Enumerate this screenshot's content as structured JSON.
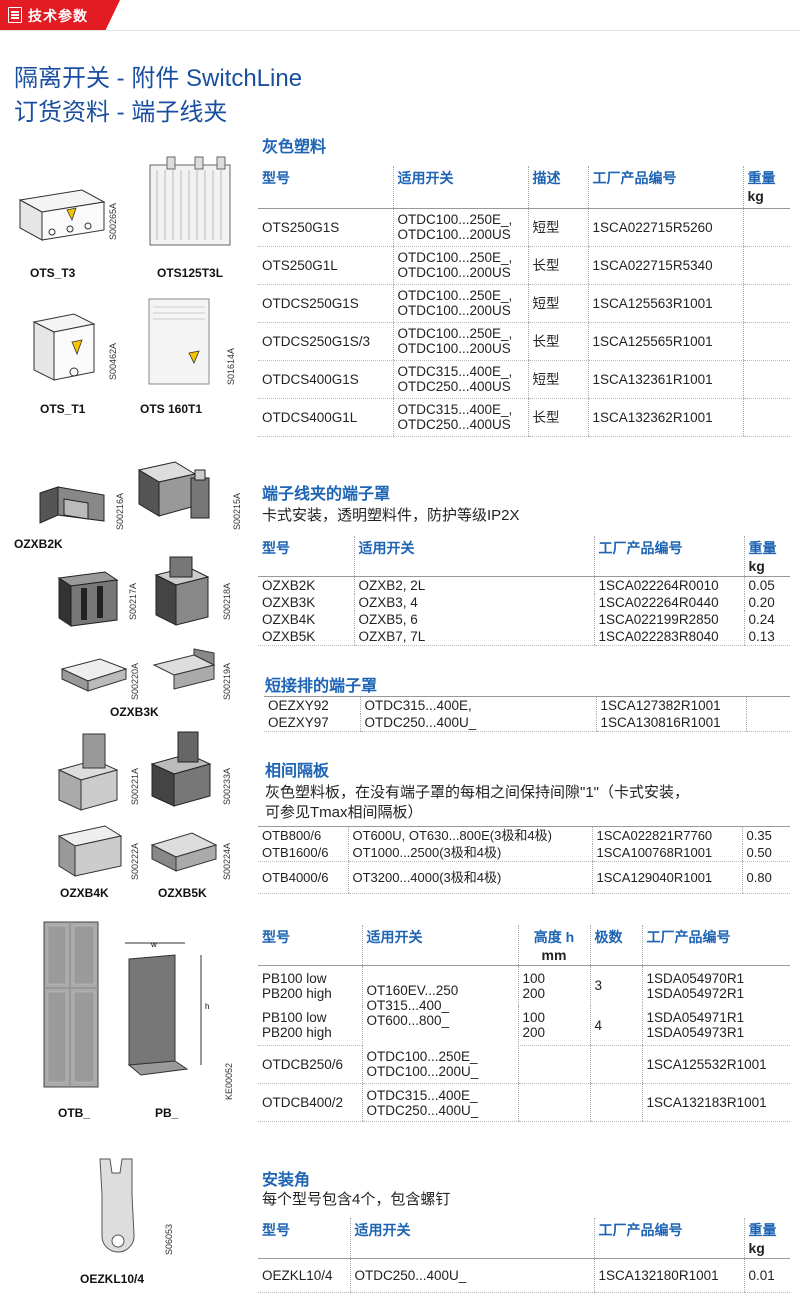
{
  "header": {
    "tab_label": "技术参数"
  },
  "title": {
    "line1": "隔离开关 - 附件 SwitchLine",
    "line2": "订货资料 - 端子线夹"
  },
  "figures": {
    "ots_t3": {
      "label": "OTS_T3",
      "code": "S00265A"
    },
    "ots125t3l": {
      "label": "OTS125T3L"
    },
    "ots_t1": {
      "label": "OTS_T1",
      "code": "S00462A"
    },
    "ots160t1": {
      "label": "OTS 160T1",
      "code": "S01614A"
    },
    "s00216a": "S00216A",
    "s00215a": "S00215A",
    "ozxb2k": "OZXB2K",
    "s00217a": "S00217A",
    "s00218a": "S00218A",
    "s00220a": "S00220A",
    "s00219a": "S00219A",
    "ozxb3k": "OZXB3K",
    "s00221a": "S00221A",
    "s00233a": "S00233A",
    "s00222a": "S00222A",
    "s00224a": "S00224A",
    "ozxb4k": "OZXB4K",
    "ozxb5k": "OZXB5K",
    "otb": "OTB_",
    "pb": "PB_",
    "ke00052": "KE00052",
    "oezkl": "OEZKL10/4",
    "s06053": "S06053"
  },
  "sec1": {
    "title": "灰色塑料",
    "headers": [
      "型号",
      "适用开关",
      "描述",
      "工厂产品编号",
      "重量",
      "kg"
    ],
    "rows": [
      [
        "OTS250G1S",
        "OTDC100...250E_,",
        "OTDC100...200US",
        "短型",
        "1SCA022715R5260"
      ],
      [
        "OTS250G1L",
        "OTDC100...250E_,",
        "OTDC100...200US",
        "长型",
        "1SCA022715R5340"
      ],
      [
        "OTDCS250G1S",
        "OTDC100...250E_,",
        "OTDC100...200US",
        "短型",
        "1SCA125563R1001"
      ],
      [
        "OTDCS250G1S/3",
        "OTDC100...250E_,",
        "OTDC100...200US",
        "长型",
        "1SCA125565R1001"
      ],
      [
        "OTDCS400G1S",
        "OTDC315...400E_,",
        "OTDC250...400US",
        "短型",
        "1SCA132361R1001"
      ],
      [
        "OTDCS400G1L",
        "OTDC315...400E_,",
        "OTDC250...400US",
        "长型",
        "1SCA132362R1001"
      ]
    ]
  },
  "sec2": {
    "title": "端子线夹的端子罩",
    "note": "卡式安装，透明塑料件，防护等级IP2X",
    "headers": [
      "型号",
      "适用开关",
      "工厂产品编号",
      "重量",
      "kg"
    ],
    "rows": [
      [
        "OZXB2K",
        "OZXB2, 2L",
        "1SCA022264R0010",
        "0.05"
      ],
      [
        "OZXB3K",
        "OZXB3, 4",
        "1SCA022264R0440",
        "0.20"
      ],
      [
        "OZXB4K",
        "OZXB5, 6",
        "1SCA022199R2850",
        "0.24"
      ],
      [
        "OZXB5K",
        "OZXB7, 7L",
        "1SCA022283R8040",
        "0.13"
      ]
    ]
  },
  "sec3": {
    "title": "短接排的端子罩",
    "rows": [
      [
        "OEZXY92",
        "OTDC315...400E,",
        "1SCA127382R1001"
      ],
      [
        "OEZXY97",
        "OTDC250...400U_",
        "1SCA130816R1001"
      ]
    ]
  },
  "sec4": {
    "title": "相间隔板",
    "note1": "灰色塑料板，在没有端子罩的每相之间保持间隙\"1\"（卡式安装，",
    "note2": "可参见Tmax相间隔板）",
    "rows": [
      [
        "OTB800/6",
        "OT600U, OT630...800E(3极和4极)",
        "1SCA022821R7760",
        "0.35"
      ],
      [
        "OTB1600/6",
        "OT1000...2500(3极和4极)",
        "1SCA100768R1001",
        "0.50"
      ],
      [
        "OTB4000/6",
        "OT3200...4000(3极和4极)",
        "1SCA129040R1001",
        "0.80"
      ]
    ]
  },
  "sec5": {
    "headers": [
      "型号",
      "适用开关",
      "高度 h",
      "mm",
      "极数",
      "工厂产品编号"
    ],
    "rows": [
      {
        "models": [
          "PB100 low",
          "PB200 high"
        ],
        "heights": [
          "100",
          "200"
        ],
        "poles": "3",
        "codes": [
          "1SDA054970R1",
          "1SDA054972R1"
        ]
      },
      {
        "models": [
          "PB100 low",
          "PB200 high"
        ],
        "heights": [
          "100",
          "200"
        ],
        "poles": "4",
        "codes": [
          "1SDA054971R1",
          "1SDA054973R1"
        ]
      },
      {
        "models": [
          "OTDCB250/6"
        ],
        "switch": [
          "OTDC100...250E_",
          "OTDC100...200U_"
        ],
        "codes": [
          "1SCA125532R1001"
        ]
      },
      {
        "models": [
          "OTDCB400/2"
        ],
        "switch": [
          "OTDC315...400E_",
          "OTDC250...400U_"
        ],
        "codes": [
          "1SCA132183R1001"
        ]
      }
    ],
    "pb_switch": [
      "OT160EV...250",
      "OT315...400_",
      "OT600...800_"
    ]
  },
  "sec6": {
    "title": "安装角",
    "note": "每个型号包含4个，包含螺钉",
    "headers": [
      "型号",
      "适用开关",
      "工厂产品编号",
      "重量",
      "kg"
    ],
    "row": [
      "OEZKL10/4",
      "OTDC250...400U_",
      "1SCA132180R1001",
      "0.01"
    ]
  },
  "colors": {
    "accent": "#e31b23",
    "heading": "#1a4fa0",
    "table_header": "#1e64b4"
  }
}
